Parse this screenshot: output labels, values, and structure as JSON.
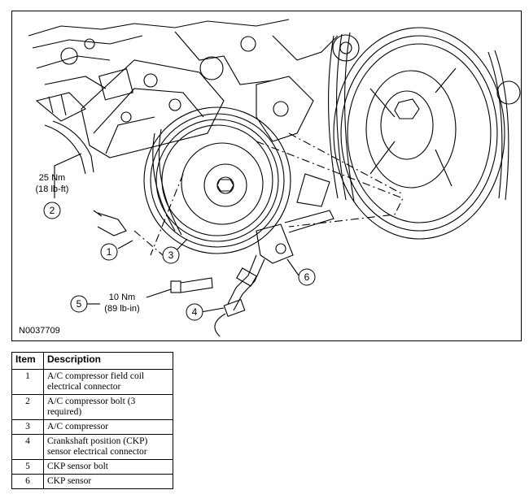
{
  "figure": {
    "id_code": "N0037709",
    "callouts": [
      {
        "num": "1"
      },
      {
        "num": "2",
        "torque_nm": "25 Nm",
        "torque_imp": "(18 lb-ft)"
      },
      {
        "num": "3"
      },
      {
        "num": "4"
      },
      {
        "num": "5",
        "torque_nm": "10 Nm",
        "torque_imp": "(89 lb-in)"
      },
      {
        "num": "6"
      }
    ]
  },
  "legend": {
    "header_item": "Item",
    "header_desc": "Description",
    "rows": [
      {
        "item": "1",
        "desc": "A/C compressor field coil electrical connector"
      },
      {
        "item": "2",
        "desc": "A/C compressor bolt (3 required)"
      },
      {
        "item": "3",
        "desc": "A/C compressor"
      },
      {
        "item": "4",
        "desc": "Crankshaft position (CKP) sensor electrical connector"
      },
      {
        "item": "5",
        "desc": "CKP sensor bolt"
      },
      {
        "item": "6",
        "desc": "CKP sensor"
      }
    ]
  }
}
